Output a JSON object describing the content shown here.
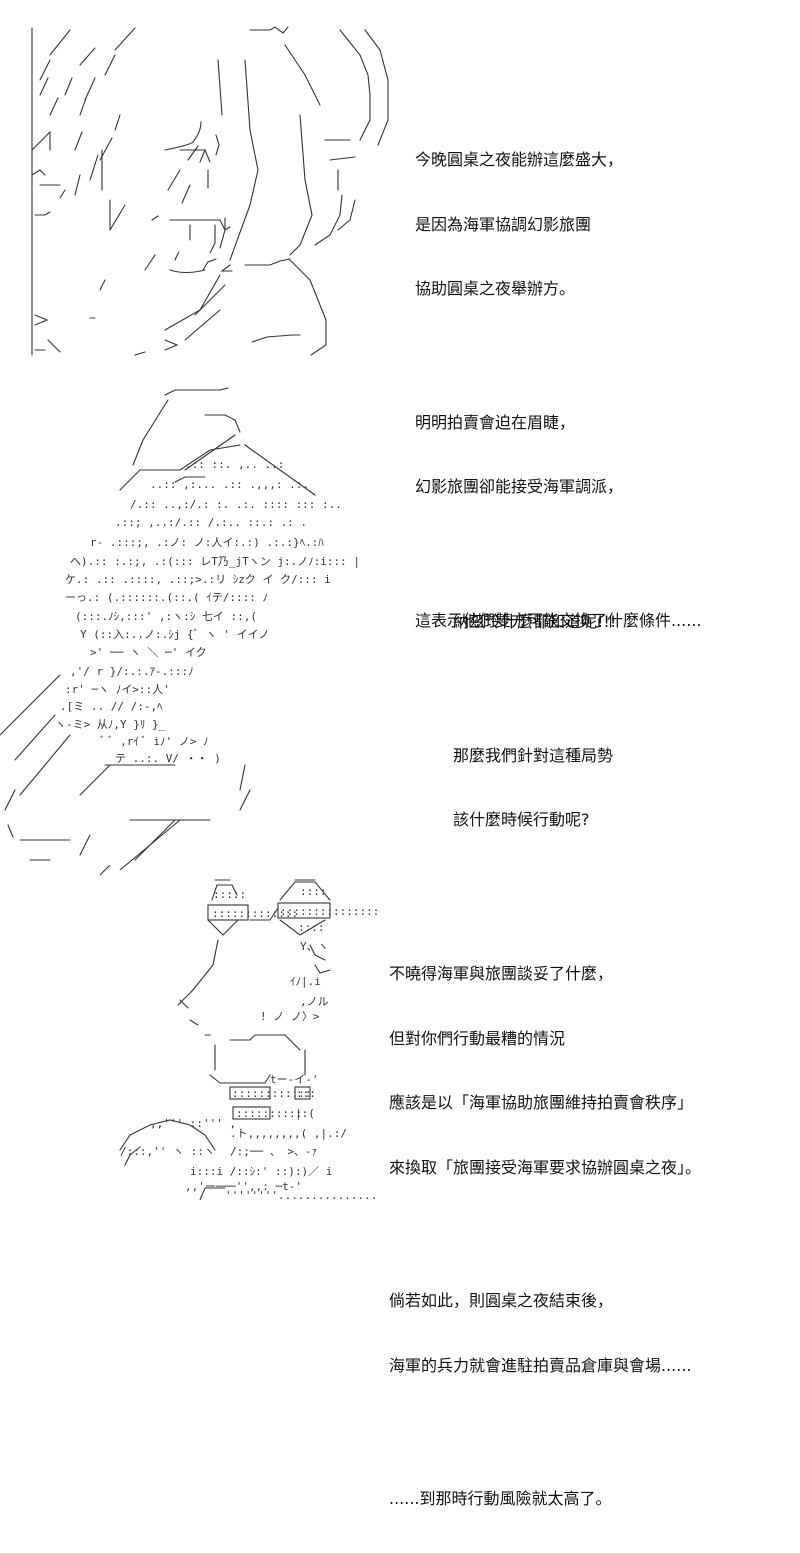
{
  "panels": [
    {
      "id": "panel-1",
      "art_subject": "character-close-up-side-face",
      "dialogue": [
        "今晚圓桌之夜能辦這麼盛大，",
        "是因為海軍協調幻影旅團",
        "協助圓桌之夜舉辦方。",
        "",
        "明明拍賣會迫在眉睫，",
        "幻影旅團卻能接受海軍調派，",
        "",
        "這表示他們雙方可能交換了什麼條件......"
      ]
    },
    {
      "id": "panel-2",
      "art_subject": "character-with-hat-smiling",
      "dialogue": [
        "納茲玲什麼都知道呢!!!",
        "",
        "那麼我們針對這種局勢",
        "該什麼時候行動呢?"
      ]
    },
    {
      "id": "panel-3",
      "art_subject": "mouse-character-from-behind-with-tail",
      "dialogue": [
        "不曉得海軍與旅團談妥了什麼，",
        "但對你們行動最糟的情況",
        "應該是以「海軍協助旅團維持拍賣會秩序」",
        "來換取「旅團接受海軍要求協辦圓桌之夜」。",
        "",
        "倘若如此，則圓桌之夜結束後，",
        "海軍的兵力就會進駐拍賣品倉庫與會場......",
        "",
        "......到那時行動風險就太高了。"
      ]
    }
  ],
  "colors": {
    "background": "#ffffff",
    "text": "#111111",
    "art_stroke": "#333333"
  }
}
